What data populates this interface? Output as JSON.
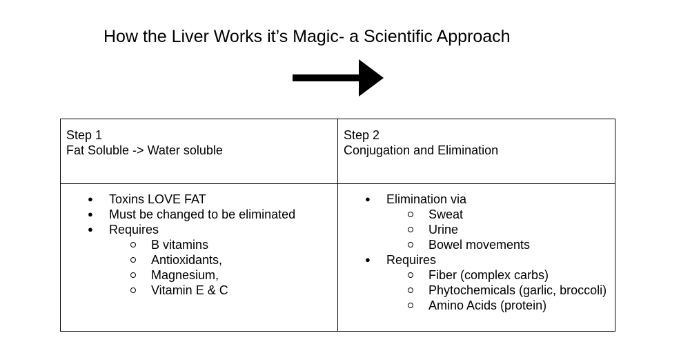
{
  "title": "How the Liver Works it’s Magic- a Scientific Approach",
  "icons": {
    "arrow": "right-arrow-icon"
  },
  "table": {
    "step1": {
      "heading": "Step 1",
      "subheading": "Fat Soluble -> Water soluble",
      "bullets": [
        {
          "text": "Toxins LOVE FAT"
        },
        {
          "text": "Must be changed to be eliminated"
        },
        {
          "text": "Requires",
          "sub": [
            "B vitamins",
            "Antioxidants,",
            "Magnesium,",
            "Vitamin E & C"
          ]
        }
      ]
    },
    "step2": {
      "heading": "Step 2",
      "subheading": "Conjugation and Elimination",
      "bullets": [
        {
          "text": "Elimination via",
          "sub": [
            "Sweat",
            "Urine",
            "Bowel movements"
          ]
        },
        {
          "text": "Requires",
          "sub": [
            "Fiber (complex carbs)",
            "Phytochemicals (garlic, broccoli)",
            "Amino Acids (protein)"
          ]
        }
      ]
    }
  }
}
